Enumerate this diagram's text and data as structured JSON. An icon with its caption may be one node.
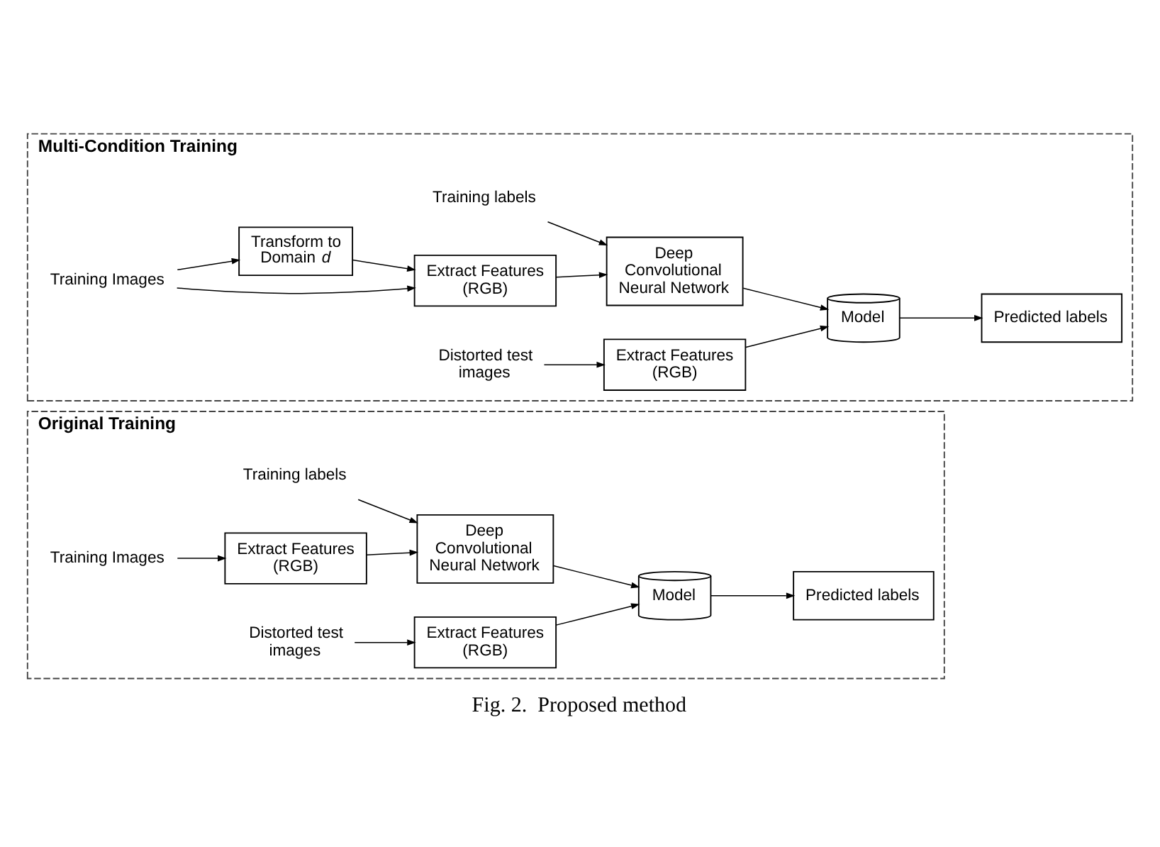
{
  "diagram": {
    "caption": "Fig. 2.  Proposed method",
    "nodes": [
      {
        "text": [
          "Original Training"
        ]
      },
      {
        "text": [
          "Training labels"
        ],
        "in": 0
      },
      {
        "text": [
          "Training Images"
        ],
        "in": 0
      },
      {
        "text": [
          "Extract Features (RGB)"
        ],
        "in": 0
      },
      {
        "text": [
          "Deep Convolutional Neural Network"
        ],
        "in": 0
      },
      {
        "text": [
          "Distorted test images"
        ],
        "in": 0
      },
      {
        "text": [
          "Extract Features (RGB)"
        ],
        "in": 0
      },
      {
        "text": [
          "Model"
        ],
        "in": 0
      },
      {
        "text": [
          "Predicted labels"
        ],
        "in": 0
      },
      {
        "text": [
          "Multi-Condition Training"
        ]
      },
      {
        "text": [
          "Training labels"
        ],
        "in": 9
      },
      {
        "text": [
          "Training Images"
        ],
        "in": 9
      },
      {
        "text": [
          "Extract Features (RGB)"
        ],
        "in": 9
      },
      {
        "text": [
          "Deep Convolutional Neural Network"
        ],
        "in": 9
      },
      {
        "text": [
          "Transform to Domain *d*"
        ],
        "in": 9
      },
      {
        "text": [
          "Distorted test images"
        ],
        "in": 9
      },
      {
        "text": [
          "Extract Features (RGB)"
        ],
        "in": 9
      },
      {
        "text": [
          "Model"
        ],
        "in": 9
      },
      {
        "text": [
          "Predicted labels"
        ],
        "in": 9
      }
    ],
    "edges": [
      {
        "from": 1,
        "to": 4,
        "arrow": "to"
      },
      {
        "from": 2,
        "to": 3,
        "arrow": "to"
      },
      {
        "from": 3,
        "to": 4,
        "arrow": "to"
      },
      {
        "from": 4,
        "to": 7,
        "arrow": "to"
      },
      {
        "from": 5,
        "to": 6,
        "arrow": "to"
      },
      {
        "from": 6,
        "to": 7,
        "arrow": "to"
      },
      {
        "from": 7,
        "to": 8,
        "arrow": "to"
      },
      {
        "from": 10,
        "to": 13,
        "arrow": "to"
      },
      {
        "from": 11,
        "to": 12,
        "arrow": "to"
      },
      {
        "from": 12,
        "to": 13,
        "arrow": "to"
      },
      {
        "from": 11,
        "to": 14,
        "arrow": "to"
      },
      {
        "from": 14,
        "to": 12,
        "arrow": "to"
      },
      {
        "from": 13,
        "to": 17,
        "arrow": "to"
      },
      {
        "from": 15,
        "to": 16,
        "arrow": "to"
      },
      {
        "from": 16,
        "to": 17,
        "arrow": "to"
      },
      {
        "from": 17,
        "to": 18,
        "arrow": "to"
      }
    ]
  }
}
